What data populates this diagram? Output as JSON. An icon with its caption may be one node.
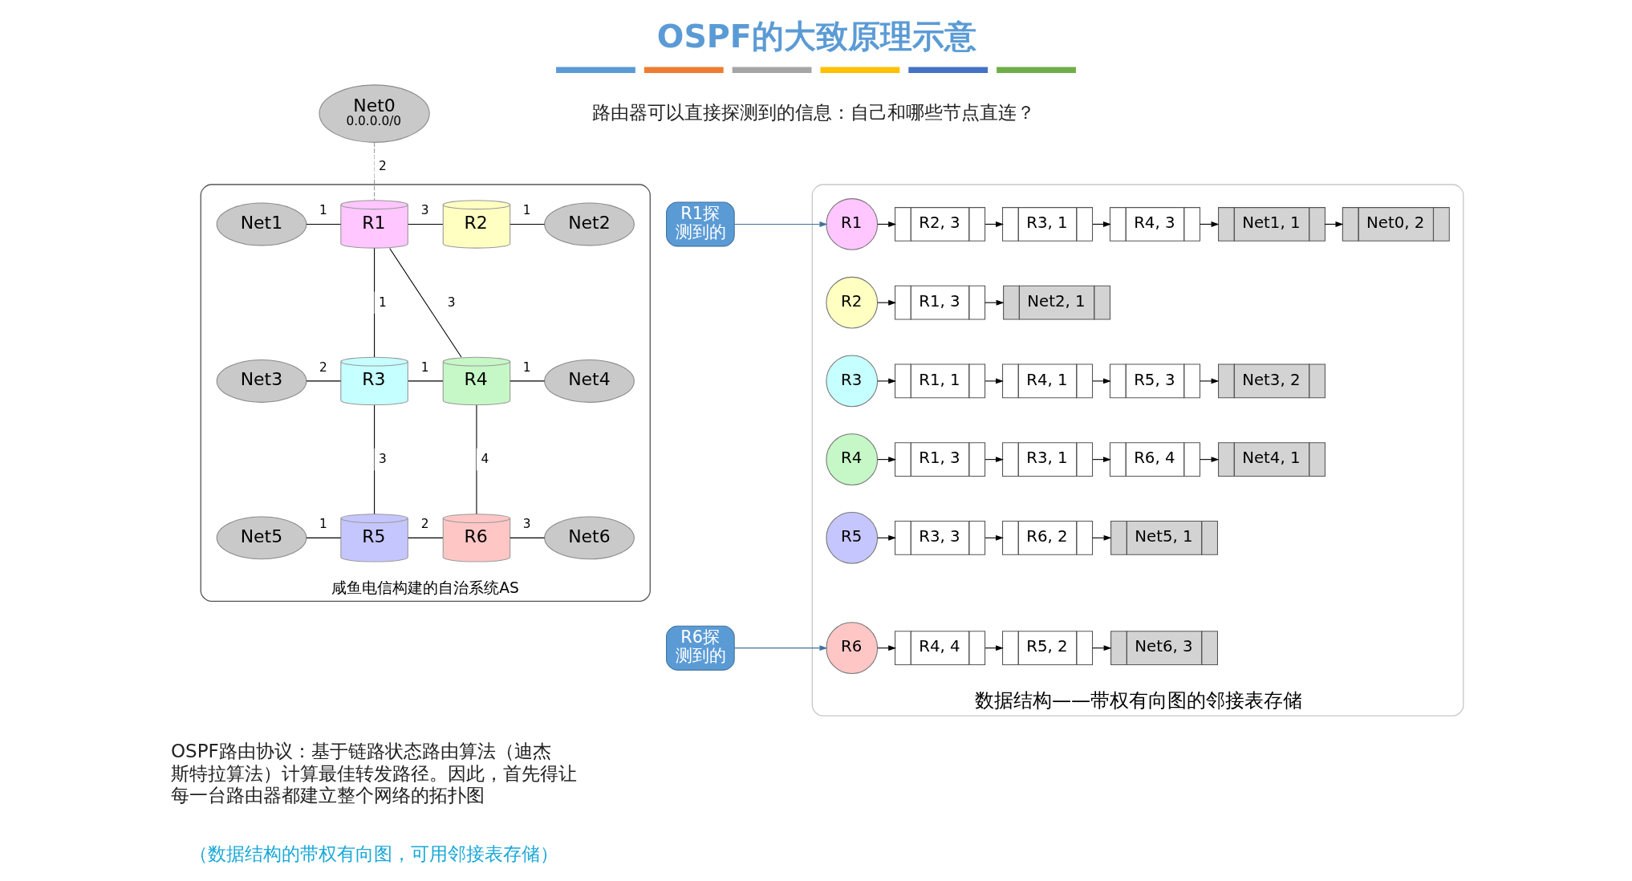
{
  "diagram": {
    "title": "OSPF的大致原理示意",
    "nodes": [
      {
        "text": [
          "Net0",
          "0.0.0.0/0"
        ]
      },
      {
        "text": [
          "咸鱼电信构建的自治系统AS"
        ]
      },
      {
        "text": [
          "Net1"
        ],
        "in": 1
      },
      {
        "text": [
          "R1"
        ],
        "in": 1
      },
      {
        "text": [
          "R2"
        ],
        "in": 1
      },
      {
        "text": [
          "Net2"
        ],
        "in": 1
      },
      {
        "text": [
          "Net3"
        ],
        "in": 1
      },
      {
        "text": [
          "R3"
        ],
        "in": 1
      },
      {
        "text": [
          "R4"
        ],
        "in": 1
      },
      {
        "text": [
          "Net4"
        ],
        "in": 1
      },
      {
        "text": [
          "Net5"
        ],
        "in": 1
      },
      {
        "text": [
          "R5"
        ],
        "in": 1
      },
      {
        "text": [
          "R6"
        ],
        "in": 1
      },
      {
        "text": [
          "Net6"
        ],
        "in": 1
      },
      {
        "text": [
          "数据结构——带权有向图的邻接表存储"
        ]
      },
      {
        "text": [
          "R1探测到的"
        ]
      },
      {
        "text": [
          "R1"
        ],
        "in": 14
      },
      {
        "text": [
          "R2, 3"
        ],
        "in": 14
      },
      {
        "text": [
          "R3, 1"
        ],
        "in": 14
      },
      {
        "text": [
          "R4, 3"
        ],
        "in": 14
      },
      {
        "text": [
          "Net1, 1"
        ],
        "in": 14
      },
      {
        "text": [
          "Net0, 2"
        ],
        "in": 14
      },
      {
        "text": [
          "R2"
        ],
        "in": 14
      },
      {
        "text": [
          "R1, 3"
        ],
        "in": 14
      },
      {
        "text": [
          "Net2, 1"
        ],
        "in": 14
      },
      {
        "text": [
          "R3"
        ],
        "in": 14
      },
      {
        "text": [
          "R1, 1"
        ],
        "in": 14
      },
      {
        "text": [
          "R4, 1"
        ],
        "in": 14
      },
      {
        "text": [
          "R5, 3"
        ],
        "in": 14
      },
      {
        "text": [
          "Net3, 2"
        ],
        "in": 14
      },
      {
        "text": [
          "R4"
        ],
        "in": 14
      },
      {
        "text": [
          "R1, 3"
        ],
        "in": 14
      },
      {
        "text": [
          "R3, 1"
        ],
        "in": 14
      },
      {
        "text": [
          "R6, 4"
        ],
        "in": 14
      },
      {
        "text": [
          "Net4, 1"
        ],
        "in": 14
      },
      {
        "text": [
          "R5"
        ],
        "in": 14
      },
      {
        "text": [
          "R3, 3"
        ],
        "in": 14
      },
      {
        "text": [
          "R6, 2"
        ],
        "in": 14
      },
      {
        "text": [
          "Net5, 1"
        ],
        "in": 14
      },
      {
        "text": [
          "R6探测到的"
        ]
      },
      {
        "text": [
          "R6"
        ],
        "in": 14
      },
      {
        "text": [
          "R4, 4"
        ],
        "in": 14
      },
      {
        "text": [
          "R5, 2"
        ],
        "in": 14
      },
      {
        "text": [
          "Net6, 3"
        ],
        "in": 14
      }
    ],
    "edges": [
      {
        "from": 0,
        "to": 3,
        "arrow": "none",
        "label": "2",
        "style": "dashed",
        "color": "#999999"
      },
      {
        "from": 2,
        "to": 3,
        "arrow": "none",
        "label": "1"
      },
      {
        "from": 3,
        "to": 4,
        "arrow": "none",
        "label": "3"
      },
      {
        "from": 3,
        "to": 7,
        "arrow": "none",
        "label": "1"
      },
      {
        "from": 3,
        "to": 8,
        "arrow": "none",
        "label": "3"
      },
      {
        "from": 4,
        "to": 5,
        "arrow": "none",
        "label": "1"
      },
      {
        "from": 6,
        "to": 7,
        "arrow": "none",
        "label": "2"
      },
      {
        "from": 7,
        "to": 8,
        "arrow": "none",
        "label": "1"
      },
      {
        "from": 7,
        "to": 11,
        "arrow": "none",
        "label": "3"
      },
      {
        "from": 8,
        "to": 9,
        "arrow": "none",
        "label": "1"
      },
      {
        "from": 8,
        "to": 12,
        "arrow": "none",
        "label": "4"
      },
      {
        "from": 10,
        "to": 11,
        "arrow": "none",
        "label": "1"
      },
      {
        "from": 11,
        "to": 12,
        "arrow": "none",
        "label": "2"
      },
      {
        "from": 12,
        "to": 13,
        "arrow": "none",
        "label": "3"
      },
      {
        "from": 15,
        "to": 16,
        "arrow": "to",
        "color": "#41719c"
      },
      {
        "from": 39,
        "to": 40,
        "arrow": "to",
        "color": "#41719c"
      },
      {
        "from": 16,
        "to": 17,
        "arrow": "to"
      },
      {
        "from": 17,
        "to": 18,
        "arrow": "to"
      },
      {
        "from": 18,
        "to": 19,
        "arrow": "to"
      },
      {
        "from": 19,
        "to": 20,
        "arrow": "to"
      },
      {
        "from": 20,
        "to": 21,
        "arrow": "to"
      },
      {
        "from": 22,
        "to": 23,
        "arrow": "to"
      },
      {
        "from": 23,
        "to": 24,
        "arrow": "to"
      },
      {
        "from": 25,
        "to": 26,
        "arrow": "to"
      },
      {
        "from": 26,
        "to": 27,
        "arrow": "to"
      },
      {
        "from": 27,
        "to": 28,
        "arrow": "to"
      },
      {
        "from": 28,
        "to": 29,
        "arrow": "to"
      },
      {
        "from": 30,
        "to": 31,
        "arrow": "to"
      },
      {
        "from": 31,
        "to": 32,
        "arrow": "to"
      },
      {
        "from": 32,
        "to": 33,
        "arrow": "to"
      },
      {
        "from": 33,
        "to": 34,
        "arrow": "to"
      },
      {
        "from": 35,
        "to": 36,
        "arrow": "to"
      },
      {
        "from": 36,
        "to": 37,
        "arrow": "to"
      },
      {
        "from": 37,
        "to": 38,
        "arrow": "to"
      },
      {
        "from": 40,
        "to": 41,
        "arrow": "to"
      },
      {
        "from": 41,
        "to": 42,
        "arrow": "to"
      },
      {
        "from": 42,
        "to": 43,
        "arrow": "to"
      }
    ],
    "labels": [
      "路由器可以直接探测到的信息：自己和哪些节点直连？",
      "OSPF路由协议：基于链路状态路由算法（迪杰斯特拉算法）计算最佳转发路径。因此，首先得让每一台路由器都建立整个网络的拓扑图",
      "（数据结构的带权有向图，可用邻接表存储）"
    ]
  }
}
